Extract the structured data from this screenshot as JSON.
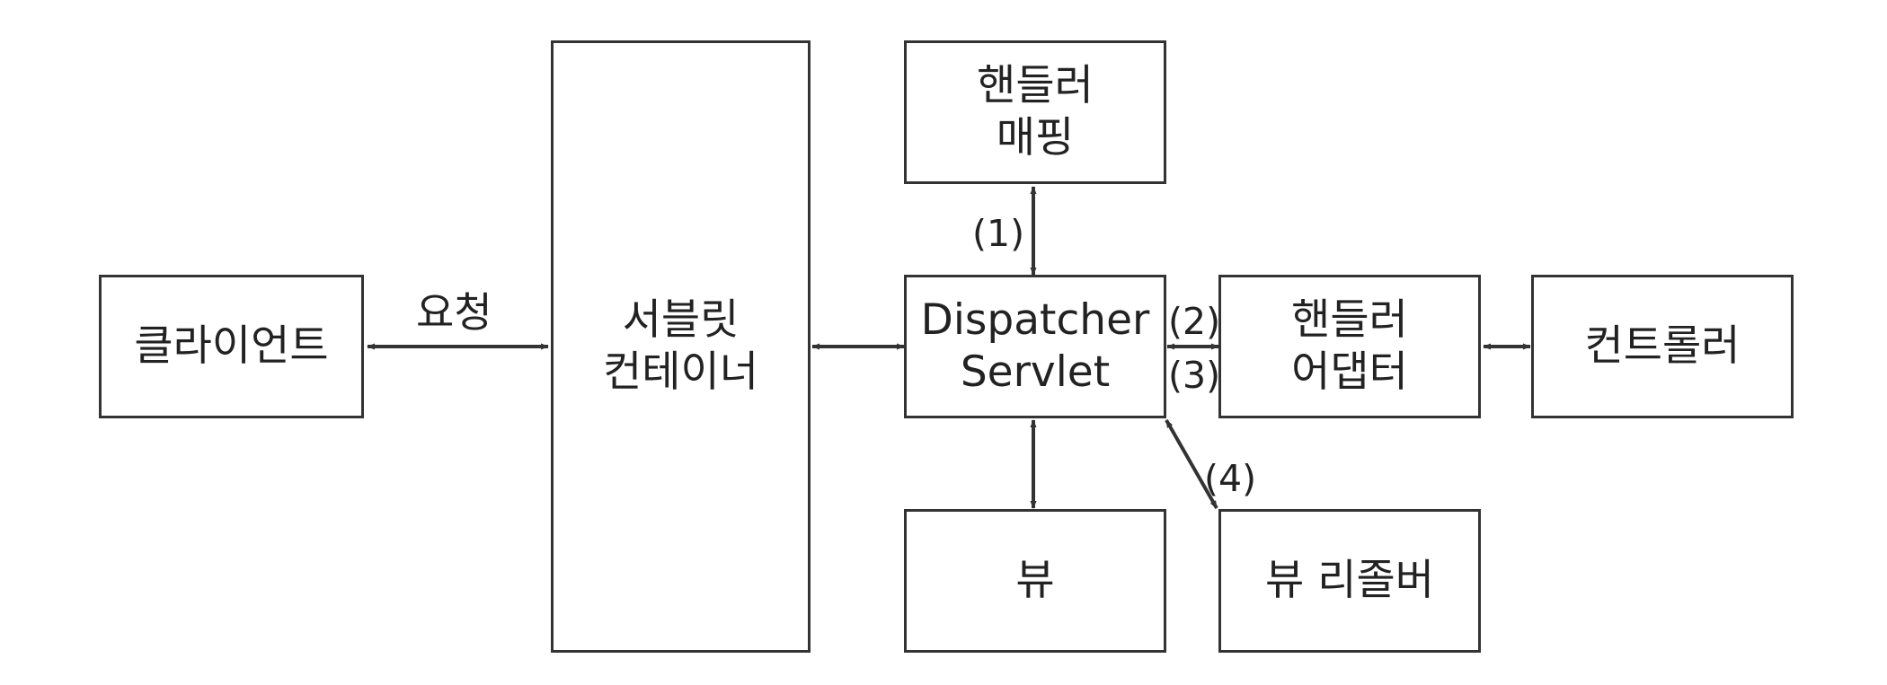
{
  "nodes": {
    "client": {
      "lines": [
        "클라이언트"
      ]
    },
    "servlet_container": {
      "lines": [
        "서블릿",
        "컨테이너"
      ]
    },
    "handler_mapping": {
      "lines": [
        "핸들러",
        "매핑"
      ]
    },
    "dispatcher_servlet": {
      "lines": [
        "Dispatcher",
        "Servlet"
      ]
    },
    "handler_adapter": {
      "lines": [
        "핸들러",
        "어댑터"
      ]
    },
    "controller": {
      "lines": [
        "컨트롤러"
      ]
    },
    "view": {
      "lines": [
        "뷰"
      ]
    },
    "view_resolver": {
      "lines": [
        "뷰 리졸버"
      ]
    }
  },
  "edges": {
    "request": "요청",
    "step1": "(1)",
    "step2": "(2)",
    "step3": "(3)",
    "step4": "(4)"
  },
  "colors": {
    "line": "#333333",
    "text": "#222222",
    "background": "#ffffff"
  }
}
